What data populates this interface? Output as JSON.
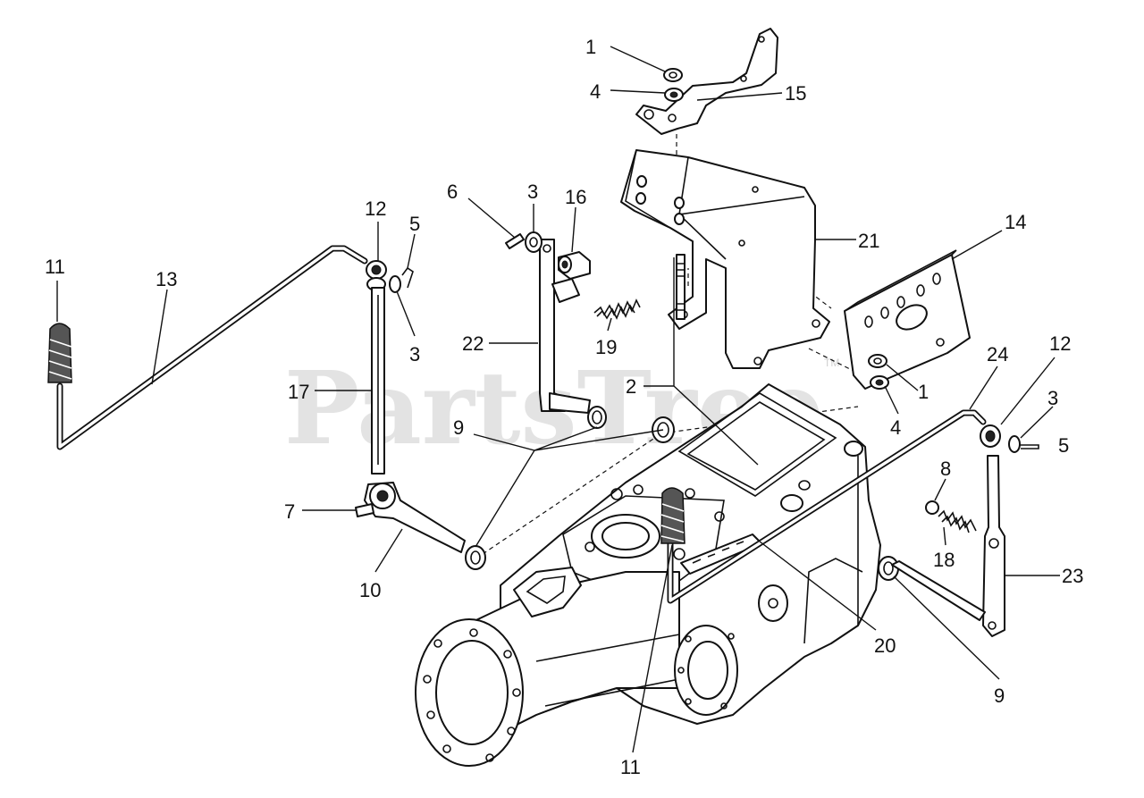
{
  "watermark": {
    "text": "PartsTree",
    "trademark": "TM"
  },
  "callouts": [
    {
      "id": "c-1a",
      "text": "1"
    },
    {
      "id": "c-4a",
      "text": "4"
    },
    {
      "id": "c-15",
      "text": "15"
    },
    {
      "id": "c-6",
      "text": "6"
    },
    {
      "id": "c-3a",
      "text": "3"
    },
    {
      "id": "c-16",
      "text": "16"
    },
    {
      "id": "c-21",
      "text": "21"
    },
    {
      "id": "c-14",
      "text": "14"
    },
    {
      "id": "c-12a",
      "text": "12"
    },
    {
      "id": "c-5a",
      "text": "5"
    },
    {
      "id": "c-11a",
      "text": "11"
    },
    {
      "id": "c-13",
      "text": "13"
    },
    {
      "id": "c-3b",
      "text": "3"
    },
    {
      "id": "c-22",
      "text": "22"
    },
    {
      "id": "c-19",
      "text": "19"
    },
    {
      "id": "c-1b",
      "text": "1"
    },
    {
      "id": "c-4b",
      "text": "4"
    },
    {
      "id": "c-24",
      "text": "24"
    },
    {
      "id": "c-12b",
      "text": "12"
    },
    {
      "id": "c-3c",
      "text": "3"
    },
    {
      "id": "c-5b",
      "text": "5"
    },
    {
      "id": "c-17",
      "text": "17"
    },
    {
      "id": "c-2",
      "text": "2"
    },
    {
      "id": "c-9a",
      "text": "9"
    },
    {
      "id": "c-8",
      "text": "8"
    },
    {
      "id": "c-18",
      "text": "18"
    },
    {
      "id": "c-7",
      "text": "7"
    },
    {
      "id": "c-10",
      "text": "10"
    },
    {
      "id": "c-23",
      "text": "23"
    },
    {
      "id": "c-20",
      "text": "20"
    },
    {
      "id": "c-9b",
      "text": "9"
    },
    {
      "id": "c-11b",
      "text": "11"
    }
  ]
}
